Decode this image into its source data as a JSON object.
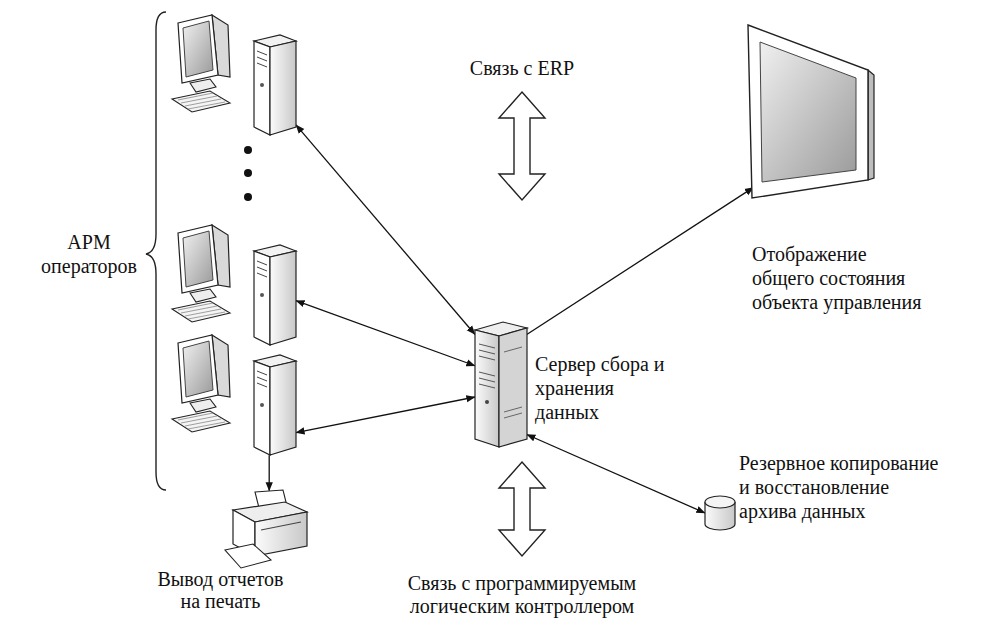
{
  "diagram": {
    "nodes": [
      {
        "text": []
      },
      {
        "text": []
      },
      {
        "text": []
      },
      {
        "text": [
          "Вывод отчетов на печать"
        ]
      },
      {
        "text": [
          "Сервер сбора и хранения данных"
        ]
      },
      {
        "text": [
          "Отображение общего состояния объекта управления"
        ]
      },
      {
        "text": [
          "Резервное копирование и восстановление архива данных"
        ]
      }
    ],
    "edges": [
      {
        "from": 0,
        "to": 4,
        "arrow": "both"
      },
      {
        "from": 1,
        "to": 4,
        "arrow": "both"
      },
      {
        "from": 2,
        "to": 4,
        "arrow": "both"
      },
      {
        "from": 2,
        "to": 3,
        "arrow": "to"
      },
      {
        "from": 4,
        "to": 5,
        "arrow": "to"
      },
      {
        "from": 4,
        "to": 6,
        "arrow": "both"
      }
    ],
    "labels": [
      "АРМ операторов",
      "Связь с ERP",
      "Связь с программируемым логическим контроллером"
    ]
  }
}
